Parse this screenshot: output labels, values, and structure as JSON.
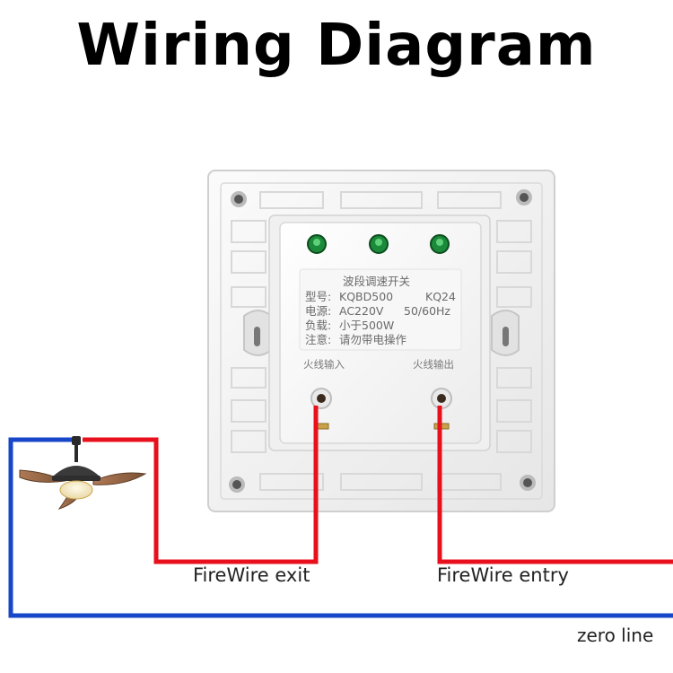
{
  "title": "Wiring Diagram",
  "switch_label": {
    "line1": "波段调速开关",
    "model_prefix": "型号:",
    "model": "KQBD500",
    "model_code": "KQ24",
    "power_prefix": "电源:",
    "power": "AC220V",
    "frequency": "50/60Hz",
    "load_prefix": "负载:",
    "load": "小于500W",
    "note_prefix": "注意:",
    "note": "请勿带电操作",
    "input_label": "火线输入",
    "output_label": "火线输出"
  },
  "wires": {
    "exit_label": "FireWire exit",
    "entry_label": "FireWire entry",
    "zero_label": "zero line"
  },
  "colors": {
    "live_wire": "#e8101c",
    "neutral_wire": "#1746c8",
    "indicator": "#1b8a3a"
  },
  "icons": {
    "fan": "ceiling-fan-icon"
  }
}
